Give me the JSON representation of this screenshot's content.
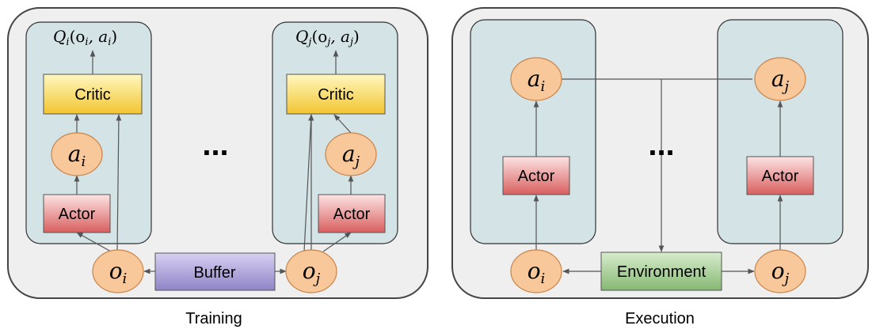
{
  "training": {
    "caption": "Training",
    "q_left": "Q",
    "q_left_sub": "i",
    "q_left_args": "(o",
    "q_left_args_sub1": "i",
    "q_left_args_mid": ", a",
    "q_left_args_sub2": "i",
    "q_left_close": ")",
    "q_right": "Q",
    "q_right_sub": "j",
    "q_right_args": "(o",
    "q_right_args_sub1": "j",
    "q_right_args_mid": ", a",
    "q_right_args_sub2": "j",
    "q_right_close": ")",
    "critic_left": "Critic",
    "critic_right": "Critic",
    "actor_left": "Actor",
    "actor_right": "Actor",
    "action_left": "a",
    "action_left_sub": "i",
    "action_right": "a",
    "action_right_sub": "j",
    "obs_left": "o",
    "obs_left_sub": "i",
    "obs_right": "o",
    "obs_right_sub": "j",
    "buffer": "Buffer",
    "ellipsis": "..."
  },
  "execution": {
    "caption": "Execution",
    "actor_left": "Actor",
    "actor_right": "Actor",
    "action_left": "a",
    "action_left_sub": "i",
    "action_right": "a",
    "action_right_sub": "j",
    "obs_left": "o",
    "obs_left_sub": "i",
    "obs_right": "o",
    "obs_right_sub": "j",
    "environment": "Environment",
    "ellipsis": "..."
  },
  "colors": {
    "outer_panel": "#efefef",
    "agent_panel": "#d3e3e6",
    "critic_top": "#fff6b0",
    "critic_bottom": "#f3c83a",
    "actor_top": "#fbdada",
    "actor_bottom": "#dc6a6a",
    "buffer": "#a59bd3",
    "environment": "#9bc98a",
    "node_fill": "#f9c89a",
    "node_stroke": "#c8844a",
    "arrow": "#555555"
  }
}
